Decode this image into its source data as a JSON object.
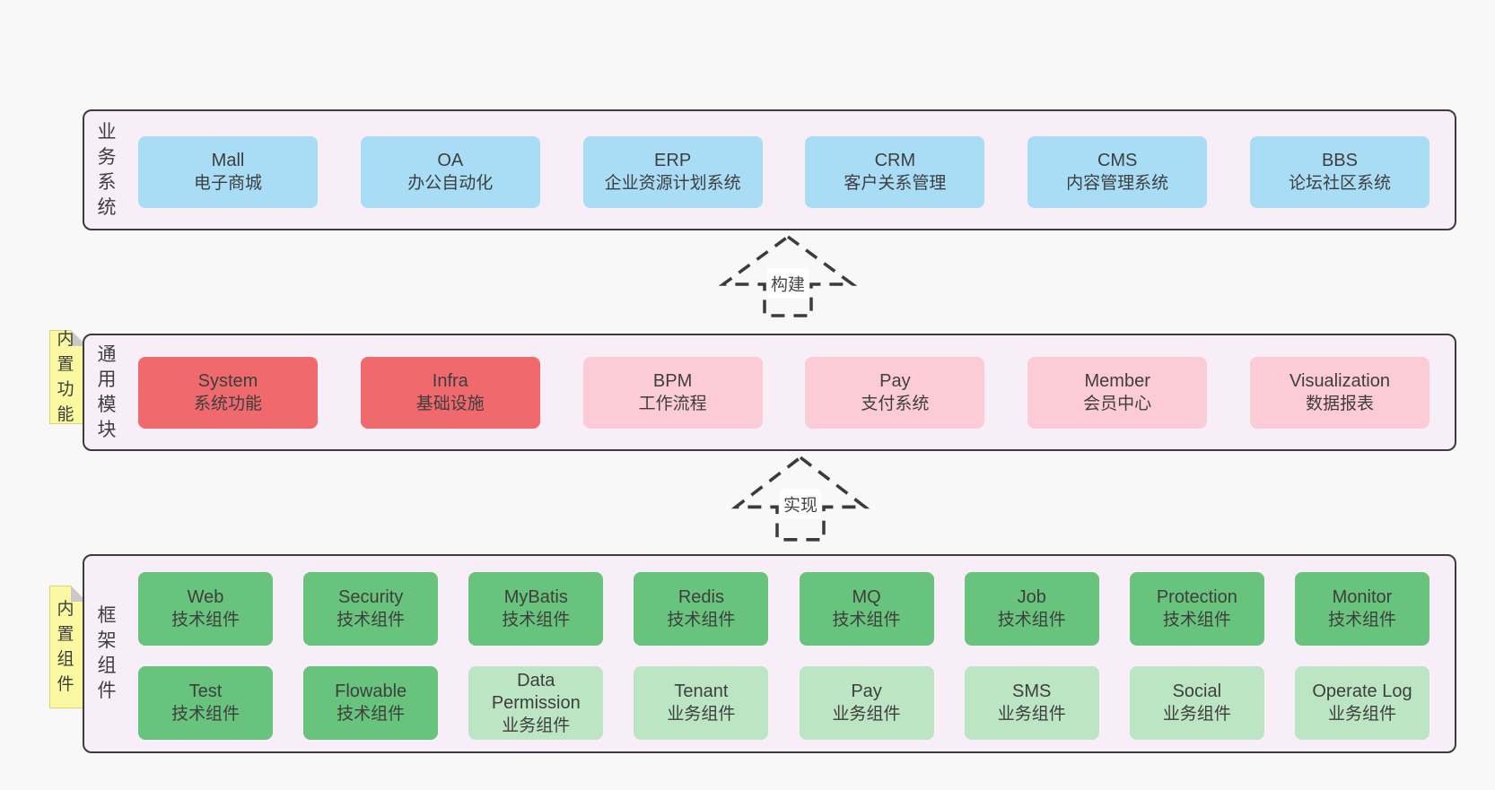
{
  "diagram": {
    "layers": [
      {
        "label": "业务系统",
        "boxes": [
          {
            "title": "Mall",
            "subtitle": "电子商城"
          },
          {
            "title": "OA",
            "subtitle": "办公自动化"
          },
          {
            "title": "ERP",
            "subtitle": "企业资源计划系统"
          },
          {
            "title": "CRM",
            "subtitle": "客户关系管理"
          },
          {
            "title": "CMS",
            "subtitle": "内容管理系统"
          },
          {
            "title": "BBS",
            "subtitle": "论坛社区系统"
          }
        ]
      },
      {
        "label": "通用模块",
        "sticky": "内置功能",
        "boxes": [
          {
            "title": "System",
            "subtitle": "系统功能"
          },
          {
            "title": "Infra",
            "subtitle": "基础设施"
          },
          {
            "title": "BPM",
            "subtitle": "工作流程"
          },
          {
            "title": "Pay",
            "subtitle": "支付系统"
          },
          {
            "title": "Member",
            "subtitle": "会员中心"
          },
          {
            "title": "Visualization",
            "subtitle": "数据报表"
          }
        ]
      },
      {
        "label": "框架组件",
        "sticky": "内置组件",
        "rows": [
          [
            {
              "title": "Web",
              "subtitle": "技术组件"
            },
            {
              "title": "Security",
              "subtitle": "技术组件"
            },
            {
              "title": "MyBatis",
              "subtitle": "技术组件"
            },
            {
              "title": "Redis",
              "subtitle": "技术组件"
            },
            {
              "title": "MQ",
              "subtitle": "技术组件"
            },
            {
              "title": "Job",
              "subtitle": "技术组件"
            },
            {
              "title": "Protection",
              "subtitle": "技术组件"
            },
            {
              "title": "Monitor",
              "subtitle": "技术组件"
            }
          ],
          [
            {
              "title": "Test",
              "subtitle": "技术组件"
            },
            {
              "title": "Flowable",
              "subtitle": "技术组件"
            },
            {
              "title": "Data Permission",
              "subtitle": "业务组件"
            },
            {
              "title": "Tenant",
              "subtitle": "业务组件"
            },
            {
              "title": "Pay",
              "subtitle": "业务组件"
            },
            {
              "title": "SMS",
              "subtitle": "业务组件"
            },
            {
              "title": "Social",
              "subtitle": "业务组件"
            },
            {
              "title": "Operate Log",
              "subtitle": "业务组件"
            }
          ]
        ]
      }
    ],
    "arrows": [
      {
        "label": "构建"
      },
      {
        "label": "实现"
      }
    ]
  },
  "colors": {
    "page_bg": "#f8f8f8",
    "container_bg": "#f8eef7",
    "border_dark": "#3c3c3c",
    "blue": "#a9ddf6",
    "red": "#f0696c",
    "pink": "#fbccd5",
    "green": "#68c47c",
    "green_light": "#bce5c4",
    "sticky_yellow": "#faf8a1",
    "sticky_fold": "#c9c9c9",
    "text_dark": "#3e3e3e"
  }
}
